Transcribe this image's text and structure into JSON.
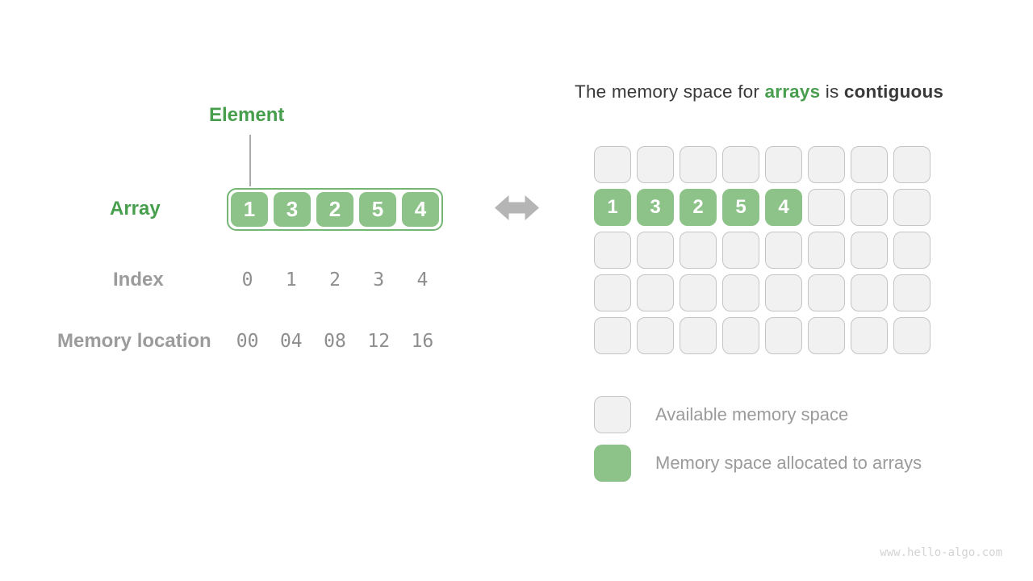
{
  "colors": {
    "green_fill": "#8dc289",
    "green_border": "#74b574",
    "green_text": "#479e4d",
    "cell_bg": "#f1f1f1",
    "cell_border": "#c4c4c4",
    "label_gray": "#9b9b9b",
    "mono_gray": "#8e8e8e",
    "title_dark": "#3a3a3a",
    "arrow_gray": "#b5b5b5",
    "watermark_gray": "#d3d3d3"
  },
  "left": {
    "element_label": "Element",
    "array_label": "Array",
    "array_values": [
      "1",
      "3",
      "2",
      "5",
      "4"
    ],
    "index_label": "Index",
    "index_values": [
      "0",
      "1",
      "2",
      "3",
      "4"
    ],
    "memory_label": "Memory location",
    "memory_values": [
      "00",
      "04",
      "08",
      "12",
      "16"
    ]
  },
  "right": {
    "title": {
      "part1": "The memory space for ",
      "highlight": "arrays",
      "part2": " is ",
      "bold": "contiguous"
    },
    "grid": {
      "rows": 5,
      "cols": 8,
      "allocated_row": 1,
      "allocated_values": [
        "1",
        "3",
        "2",
        "5",
        "4"
      ]
    },
    "legend": [
      {
        "label": "Available memory space"
      },
      {
        "label": "Memory space allocated to arrays"
      }
    ]
  },
  "watermark": "www.hello-algo.com"
}
